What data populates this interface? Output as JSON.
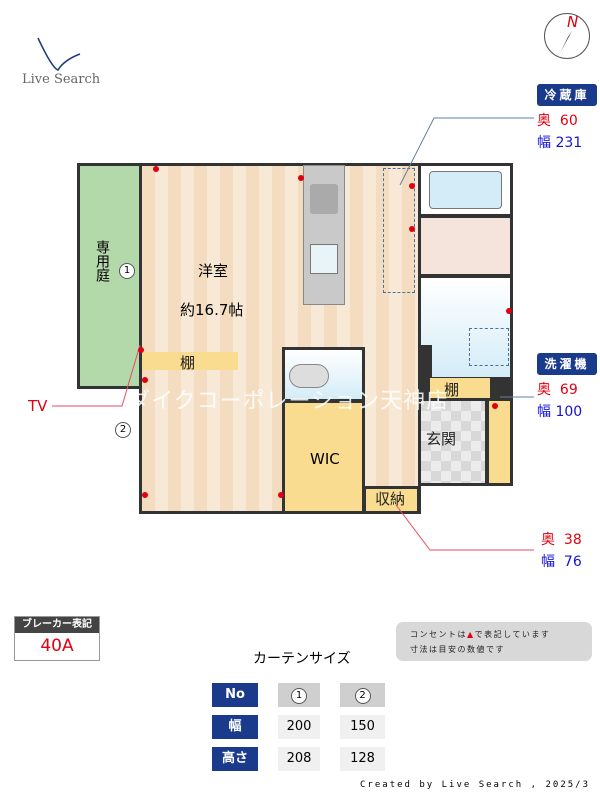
{
  "logo": {
    "text": "Live Search"
  },
  "compass": {
    "label": "N"
  },
  "watermark": "ダイクコーポレーション天神店",
  "rooms": {
    "garden": "専用庭",
    "western": "洋室",
    "western_size": "約16.7帖",
    "shelf1": "棚",
    "wic": "WIC",
    "shelf2": "棚",
    "entrance": "玄関",
    "storage": "収納"
  },
  "markers": {
    "curtain1": "1",
    "curtain2": "2",
    "tv": "TV"
  },
  "callouts": [
    {
      "title": "冷蔵庫",
      "depth_label": "奥",
      "depth": "60",
      "width_label": "幅",
      "width": "231"
    },
    {
      "title": "洗濯機",
      "depth_label": "奥",
      "depth": "69",
      "width_label": "幅",
      "width": "100"
    },
    {
      "title": "",
      "depth_label": "奥",
      "depth": "38",
      "width_label": "幅",
      "width": "76"
    }
  ],
  "breaker": {
    "label": "ブレーカー表記",
    "value": "40A"
  },
  "notes": {
    "line1_a": "コンセントは",
    "line1_b": "で表記しています",
    "line2": "寸法は目安の数値です"
  },
  "curtain": {
    "title": "カーテンサイズ",
    "headers": [
      "No",
      "幅",
      "高さ"
    ],
    "cols": [
      {
        "no": "1",
        "width": "200",
        "height": "208"
      },
      {
        "no": "2",
        "width": "150",
        "height": "128"
      }
    ]
  },
  "credit": "Created by Live Search , 2025/3",
  "colors": {
    "accent": "#1a3a8c",
    "outlet": "#e00010",
    "depth": "#e00010",
    "width": "#1414d0"
  }
}
